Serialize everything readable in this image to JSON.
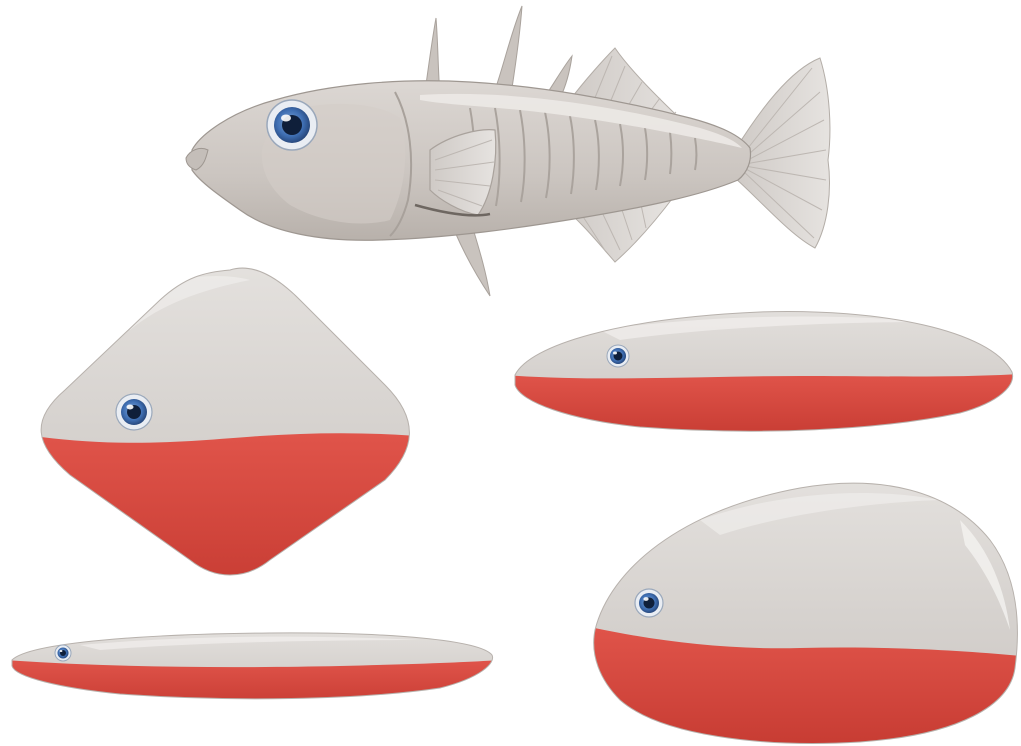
{
  "illustration": {
    "background": "#ffffff",
    "colors": {
      "body_gray": "#d8d4d1",
      "body_gray_dark": "#b9b4b0",
      "belly_red": "#d94a40",
      "belly_red_dark": "#b7352d",
      "eye_blue": "#3f6fb3",
      "eye_dark": "#0f1f3a",
      "eye_ring": "#e9edf3"
    },
    "figures": [
      {
        "id": "stickleback",
        "kind": "realistic fish",
        "icon": "fish-icon"
      },
      {
        "id": "rhombus",
        "kind": "deep diamond body shape",
        "icon": "shape-icon"
      },
      {
        "id": "streamlined",
        "kind": "elongated body shape",
        "icon": "shape-icon"
      },
      {
        "id": "rounded",
        "kind": "rounded deep body shape",
        "icon": "shape-icon"
      },
      {
        "id": "slender",
        "kind": "very slender body shape",
        "icon": "shape-icon"
      }
    ]
  }
}
